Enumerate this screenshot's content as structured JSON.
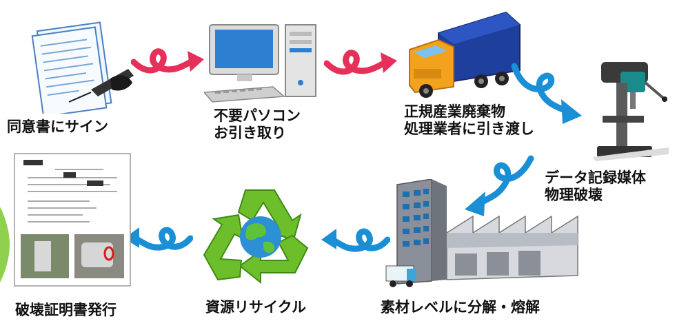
{
  "steps": {
    "sign_consent": "同意書にサイン",
    "pc_pickup_line1": "不要パソコン",
    "pc_pickup_line2": "お引き取り",
    "handover_line1": "正規産業廃棄物",
    "handover_line2": "処理業者に引き渡し",
    "destroy_line1": "データ記録媒体",
    "destroy_line2": "物理破壊",
    "melt": "素材レベルに分解・熔解",
    "recycle": "資源リサイクル",
    "certificate": "破壊証明書発行"
  },
  "colors": {
    "arrow_red": "#e5305a",
    "arrow_blue": "#1a8fd6",
    "recycle_green": "#6cbf2a",
    "truck_orange": "#f3a21e",
    "truck_blue": "#1f3f9c"
  }
}
